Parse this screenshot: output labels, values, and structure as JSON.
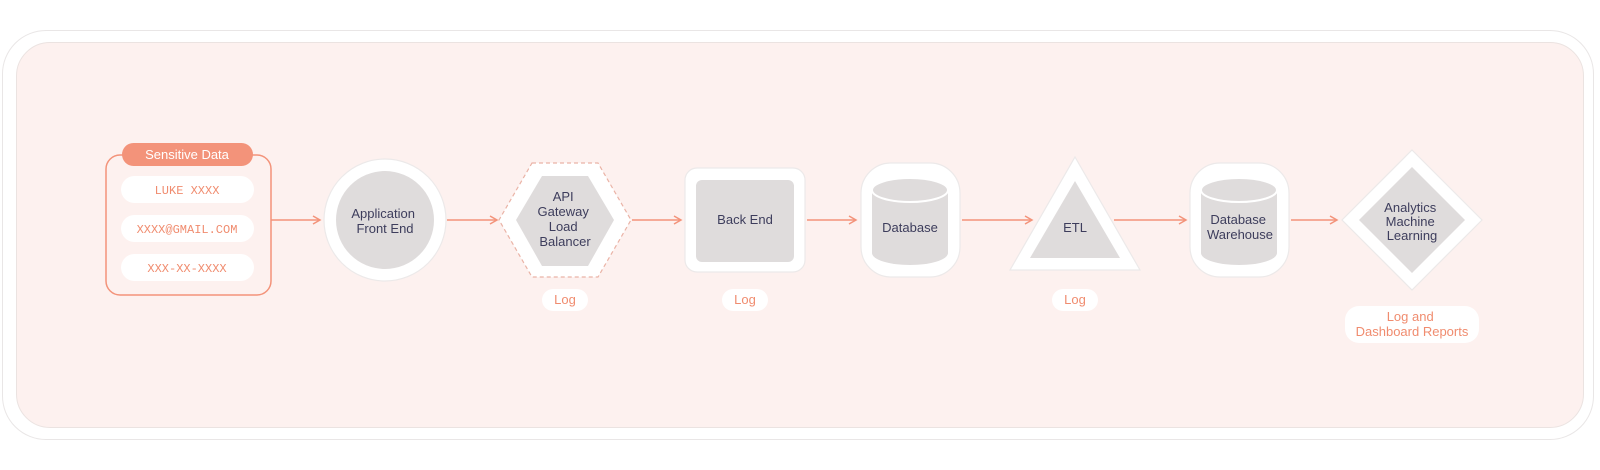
{
  "colors": {
    "accent": "#f3937a",
    "accent_text": "#f08c6f",
    "panel_bg": "#fdf1ef",
    "node_fill": "#dfdcdc",
    "node_outline": "#f5f3f3",
    "label_text": "#3d3d5c"
  },
  "sensitive": {
    "header": "Sensitive Data",
    "items": [
      "LUKE XXXX",
      "XXXX@GMAIL.COM",
      "XXX-XX-XXXX"
    ]
  },
  "nodes": {
    "frontend": {
      "shape": "circle",
      "lines": [
        "Application",
        "Front End"
      ]
    },
    "gateway": {
      "shape": "hexagon",
      "lines": [
        "API",
        "Gateway",
        "Load",
        "Balancer"
      ],
      "log": "Log"
    },
    "backend": {
      "shape": "square",
      "lines": [
        "Back End"
      ],
      "log": "Log"
    },
    "database": {
      "shape": "cylinder",
      "lines": [
        "Database"
      ]
    },
    "etl": {
      "shape": "triangle",
      "lines": [
        "ETL"
      ],
      "log": "Log"
    },
    "warehouse": {
      "shape": "cylinder",
      "lines": [
        "Database",
        "Warehouse"
      ]
    },
    "analytics": {
      "shape": "diamond",
      "lines": [
        "Analytics",
        "Machine",
        "Learning"
      ],
      "log_lines": [
        "Log and",
        "Dashboard Reports"
      ]
    }
  }
}
